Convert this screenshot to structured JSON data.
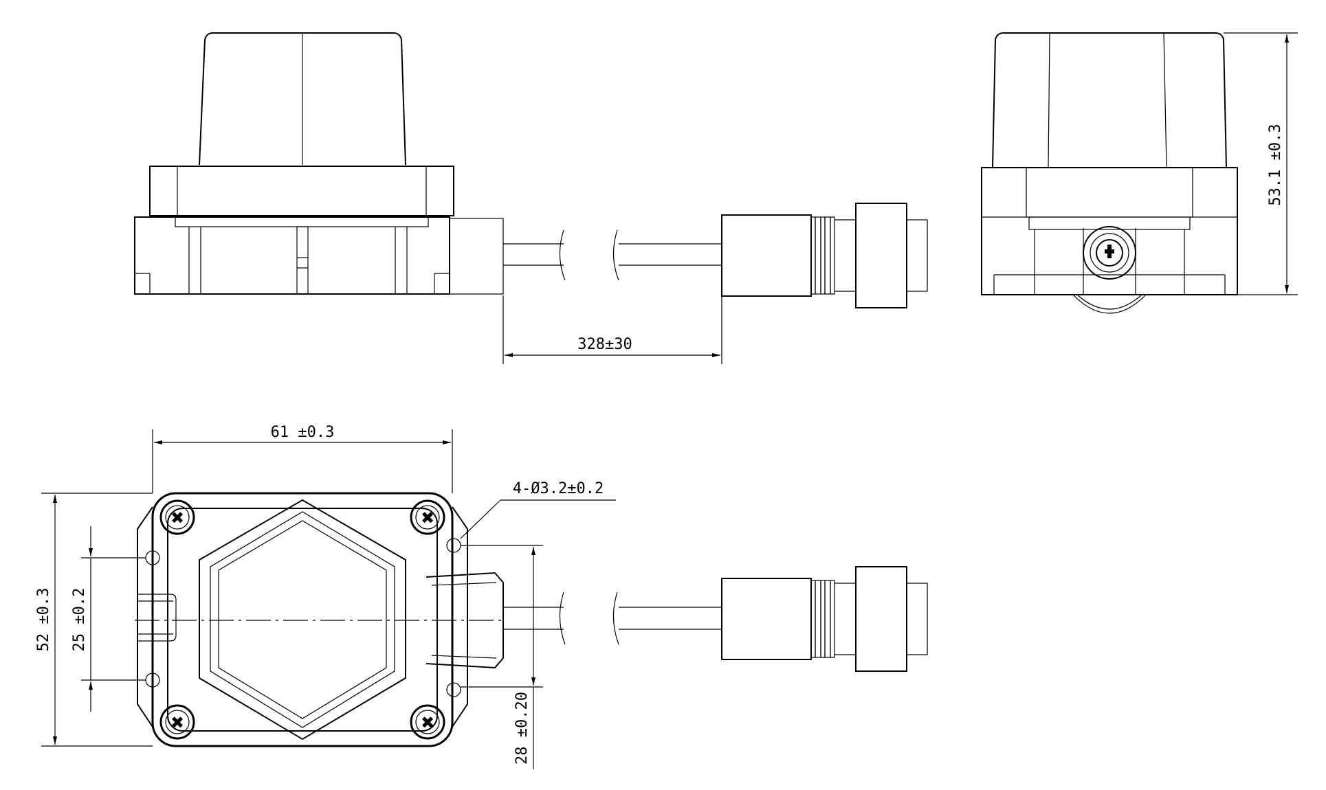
{
  "dimensions": {
    "cable_length": "328±30",
    "height": "53.1  ±0.3",
    "width": "61  ±0.3",
    "depth": "52  ±0.3",
    "hole_spacing": "25  ±0.2",
    "hole_callout": "4-Ø3.2±0.2",
    "center_offset": "28  ±0.20"
  }
}
